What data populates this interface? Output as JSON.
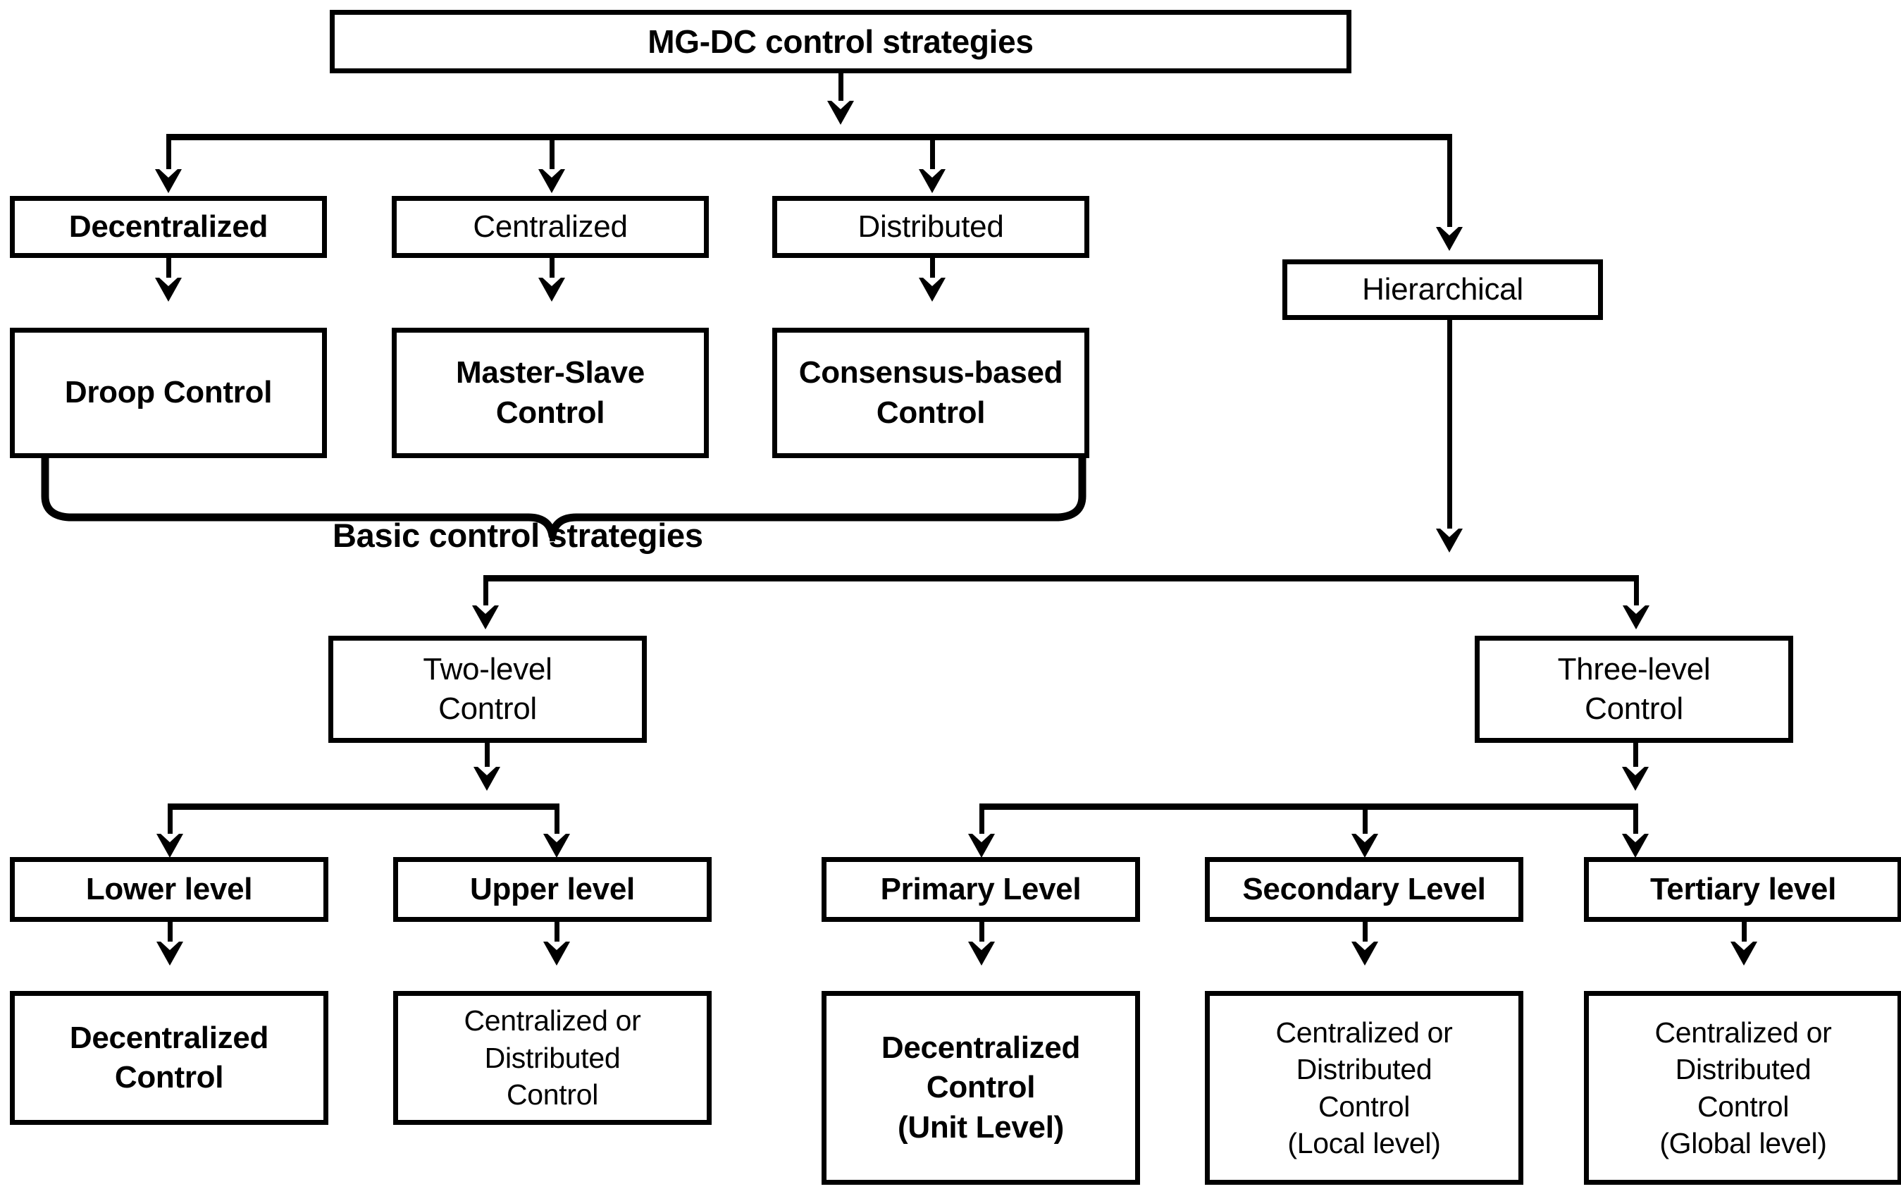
{
  "diagram": {
    "title_box": {
      "label": "MG-DC control strategies"
    },
    "level1": [
      {
        "label": "Decentralized"
      },
      {
        "label": "Centralized"
      },
      {
        "label": "Distributed"
      },
      {
        "label": "Hierarchical"
      }
    ],
    "basic_controls": [
      {
        "label": "Droop Control"
      },
      {
        "label": "Master-Slave\nControl"
      },
      {
        "label": "Consensus-based\nControl"
      }
    ],
    "brace_caption": "Basic control strategies",
    "hierarchical_levels": [
      {
        "label": "Two-level\nControl"
      },
      {
        "label": "Three-level\nControl"
      }
    ],
    "two_level_children": [
      {
        "label": "Lower level"
      },
      {
        "label": "Upper level"
      }
    ],
    "two_level_leaves": [
      {
        "label": "Decentralized\nControl"
      },
      {
        "label": "Centralized or\nDistributed\nControl"
      }
    ],
    "three_level_children": [
      {
        "label": "Primary Level"
      },
      {
        "label": "Secondary Level"
      },
      {
        "label": "Tertiary level"
      }
    ],
    "three_level_leaves": [
      {
        "label": "Decentralized\nControl\n(Unit Level)"
      },
      {
        "label": "Centralized or\nDistributed\nControl\n(Local level)"
      },
      {
        "label": "Centralized or\nDistributed\nControl\n(Global level)"
      }
    ],
    "colors": {
      "line": "#000000",
      "box_fill": "#ffffff",
      "text": "#000000"
    }
  }
}
